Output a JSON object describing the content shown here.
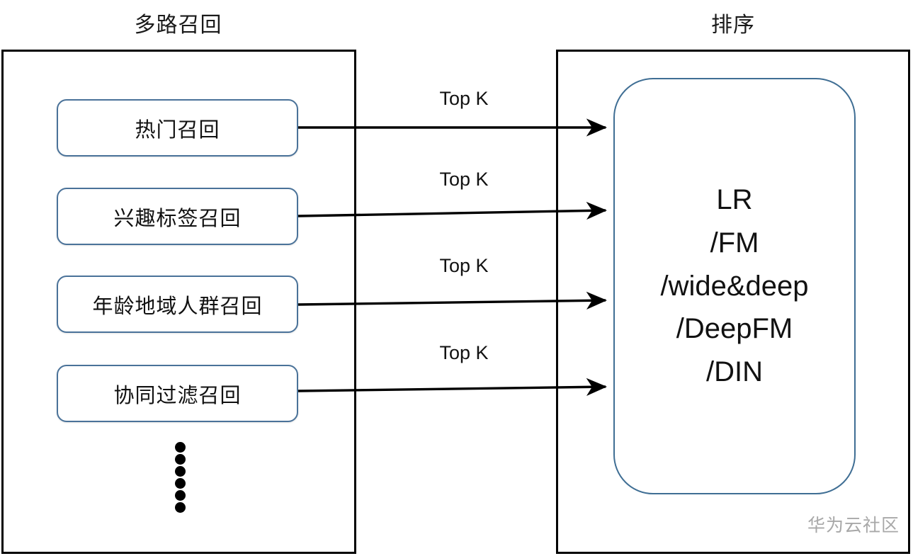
{
  "diagram": {
    "type": "flow-diagram",
    "background": "#ffffff",
    "watermark": "华为云社区"
  },
  "columns": {
    "left_title": "多路召回",
    "right_title": "排序"
  },
  "recall": {
    "items": [
      {
        "label": "热门召回"
      },
      {
        "label": "兴趣标签召回"
      },
      {
        "label": "年龄地域人群召回"
      },
      {
        "label": "协同过滤召回"
      }
    ],
    "continuation_marker": "vertical-ellipsis",
    "continuation_dot_count": 6
  },
  "arrows": [
    {
      "label": "Top K"
    },
    {
      "label": "Top K"
    },
    {
      "label": "Top K"
    },
    {
      "label": "Top K"
    }
  ],
  "ranking": {
    "model_lines": [
      "LR",
      "/FM",
      "/wide&deep",
      "/DeepFM",
      "/DIN"
    ]
  },
  "colors": {
    "panel_border": "#000000",
    "rounded_box_border": "#4a7299",
    "ranking_box_border": "#3f6e94",
    "arrow": "#000000",
    "text": "#111111",
    "watermark": "#a8a8a8"
  }
}
